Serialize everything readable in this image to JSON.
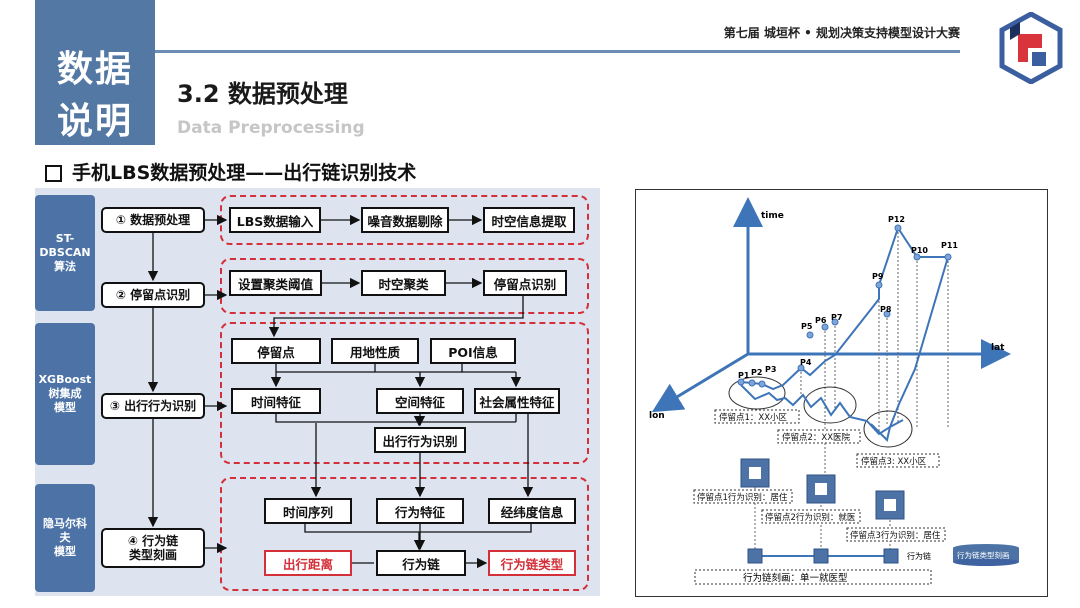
{
  "header": {
    "side_tab": [
      "数据",
      "说明"
    ],
    "competition": "第七届 城垣杯 • 规划决策支持模型设计大赛",
    "section_title": "3.2 数据预处理",
    "section_subtitle": "Data Preprocessing",
    "bullet": "手机LBS数据预处理——出行链识别技术"
  },
  "left": {
    "algorithms": [
      "ST-DBSCAN算法",
      "XGBoost树集成模型",
      "隐马尔科夫模型"
    ],
    "algo_lines": [
      [
        "ST-",
        "DBSCAN",
        "算法"
      ],
      [
        "XGBoost",
        "树集成",
        "模型"
      ],
      [
        "隐马尔科",
        "夫",
        "模型"
      ]
    ],
    "steps": [
      "① 数据预处理",
      "② 停留点识别",
      "③ 出行行为识别",
      "④ 行为链类型刻画"
    ],
    "step4_lines": [
      "④ 行为链",
      "类型刻画"
    ],
    "row1": [
      "LBS数据输入",
      "噪音数据剔除",
      "时空信息提取"
    ],
    "row2": [
      "设置聚类阈值",
      "时空聚类",
      "停留点识别"
    ],
    "row3a": [
      "停留点",
      "用地性质",
      "POI信息"
    ],
    "row3b": [
      "时间特征",
      "空间特征",
      "社会属性特征"
    ],
    "row3c": "出行行为识别",
    "row4a": [
      "时间序列",
      "行为特征",
      "经纬度信息"
    ],
    "row4b": [
      "出行距离",
      "行为链",
      "行为链类型"
    ]
  },
  "right": {
    "axes": {
      "time": "time",
      "lat": "lat",
      "lon": "lon"
    },
    "points": [
      "P1",
      "P2",
      "P3",
      "P4",
      "P5",
      "P6",
      "P7",
      "P8",
      "P9",
      "P10",
      "P11",
      "P12"
    ],
    "stay_labels": [
      "停留点1：XX小区",
      "停留点2：XX医院",
      "停留点3: XX小区"
    ],
    "behavior_labels": [
      "停留点1行为识别：居住",
      "停留点2行为识别：就医",
      "停留点3行为识别：居住"
    ],
    "chain_label": "行为链",
    "chain_type_label": "行为链类型刻画",
    "chain_desc": "行为链刻画：单一就医型"
  }
}
